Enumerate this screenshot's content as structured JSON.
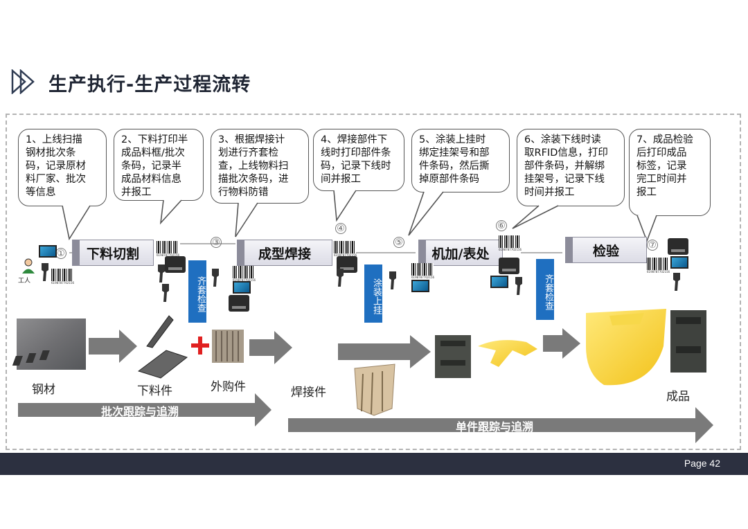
{
  "header": {
    "title": "生产执行-生产过程流转",
    "icon": "play-arrows-icon"
  },
  "callouts": [
    {
      "text": "1、上线扫描\n钢材批次条\n码，记录原材\n料厂家、批次\n等信息"
    },
    {
      "text": "2、下料打印半\n成品料框/批次\n条码，记录半\n成品材料信息\n并报工"
    },
    {
      "text": "3、根据焊接计\n划进行齐套检\n查，上线物料扫\n描批次条码，进\n行物料防错"
    },
    {
      "text": "4、焊接部件下\n线时打印部件条\n码，记录下线时\n间并报工"
    },
    {
      "text": "5、涂装上挂时\n绑定挂架号和部\n件条码，然后撕\n掉原部件条码"
    },
    {
      "text": "6、涂装下线时读\n取RFID信息，打印\n部件条码，并解绑\n挂架号，记录下线\n时间并报工"
    },
    {
      "text": "7、成品检验\n后打印成品\n标签，记录\n完工时间并\n报工"
    }
  ],
  "steps": [
    "下料切割",
    "成型焊接",
    "机加/表处",
    "检验"
  ],
  "step_numbers": [
    "①",
    "③",
    "④",
    "⑤",
    "⑥",
    "⑦"
  ],
  "vertical_labels": [
    "齐套检查",
    "涂装上挂",
    "齐套检查"
  ],
  "worker_label": "工人",
  "barcode_number": "6198787702156",
  "materials": {
    "steel": "钢材",
    "cut_part": "下料件",
    "purchased": "外购件",
    "welded": "焊接件",
    "finished": "成品"
  },
  "tracking": {
    "batch": "批次跟踪与追溯",
    "single": "单件跟踪与追溯"
  },
  "footer": {
    "page": "Page 42"
  },
  "colors": {
    "accent_blue": "#1f6fc0",
    "footer_bg": "#2c3040",
    "arrow_gray": "#7a7a7a",
    "plus_red": "#e02020"
  }
}
